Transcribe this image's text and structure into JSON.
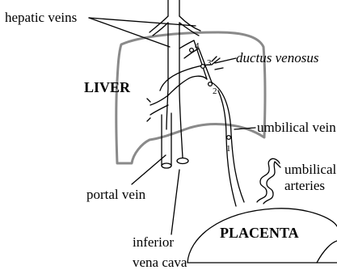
{
  "labels": {
    "hepatic_veins": "hepatic veins",
    "ductus_venosus": "ductus venosus",
    "liver": "LIVER",
    "umbilical_vein": "umbilical vein",
    "portal_vein": "portal vein",
    "umbilical_arteries_line1": "umbilical",
    "umbilical_arteries_line2": "arteries",
    "placenta": "PLACENTA",
    "inferior_vena_cava_line1": "inferior",
    "inferior_vena_cava_line2": "vena cava"
  },
  "markers": {
    "m1": "1",
    "m2": "2",
    "m3": "3",
    "m4": "4"
  },
  "colors": {
    "ink": "#000000",
    "liver_outline": "#8a8a8a",
    "background": "#ffffff"
  }
}
